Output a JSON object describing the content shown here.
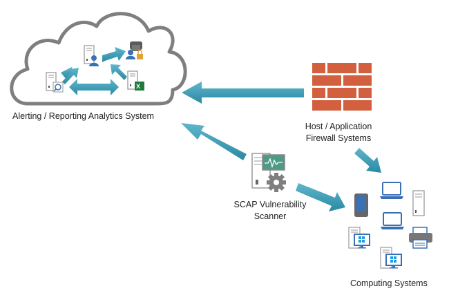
{
  "nodes": {
    "analytics": {
      "label": "Alerting / Reporting  Analytics System"
    },
    "firewall": {
      "label_line1": "Host / Application",
      "label_line2": "Firewall Systems"
    },
    "scanner": {
      "label_line1": "SCAP Vulnerability",
      "label_line2": "Scanner"
    },
    "computing": {
      "label": "Computing Systems"
    }
  },
  "colors": {
    "arrow": "#3fa0b8",
    "arrow_dark": "#2c7f95",
    "cloud_outline": "#7f7f7f",
    "brick": "#d2603f",
    "device_blue": "#3a70b5",
    "device_gray": "#7f7f7f",
    "monitor_green": "#4f9a86",
    "excel_green": "#1f7a3e",
    "lock_gold": "#e0a33a"
  },
  "edges": [
    {
      "from": "firewall",
      "to": "analytics"
    },
    {
      "from": "scanner",
      "to": "analytics"
    },
    {
      "from": "scanner",
      "to": "computing"
    },
    {
      "from": "firewall",
      "to": "computing"
    }
  ]
}
